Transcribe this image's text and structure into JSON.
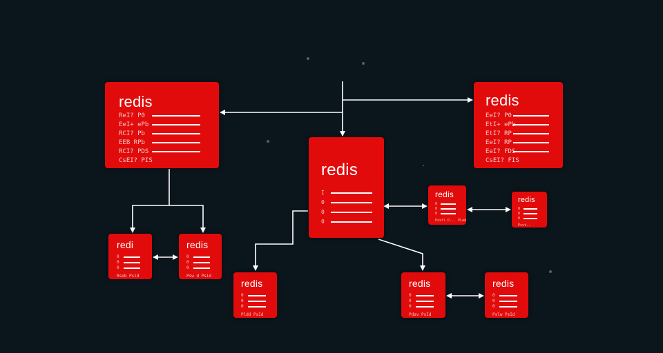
{
  "diagram": {
    "background": "#0b151c",
    "node_color": "#e20b0b",
    "link_color": "#ffffff",
    "nodes": [
      {
        "id": "top-left",
        "title": "redis",
        "rows": [
          "ReI? P0",
          "EeI+ ePb",
          "RCI? Pb",
          "EEB RPb",
          "RCI? PDS"
        ],
        "footer": "CsEI? PIS"
      },
      {
        "id": "center",
        "title": "redis",
        "rows": [
          "I",
          "0",
          "0",
          "0"
        ],
        "footer": ""
      },
      {
        "id": "top-right",
        "title": "redis",
        "rows": [
          "EeI? P0",
          "EtI+ ePb",
          "EtI? RP",
          "EeI? RP",
          "EeI? FDS"
        ],
        "footer": "CsEI? FIS"
      },
      {
        "id": "small-left-a",
        "title": "redi",
        "rows": [
          "0",
          "0",
          "0"
        ],
        "footer": "Rsxb Psid"
      },
      {
        "id": "small-left-b",
        "title": "redis",
        "rows": [
          "0",
          "0",
          "0"
        ],
        "footer": "Psw d Psid"
      },
      {
        "id": "small-mid-right",
        "title": "redis",
        "rows": [
          "0",
          "0",
          "0"
        ],
        "footer": "Psxtl P... PLad"
      },
      {
        "id": "small-far-right",
        "title": "redis",
        "rows": [
          "0",
          "0",
          "0"
        ],
        "footer": "Psvt.."
      },
      {
        "id": "bottom-left",
        "title": "redis",
        "rows": [
          "0",
          "0",
          "0"
        ],
        "footer": "Pldd PsId"
      },
      {
        "id": "bottom-mid",
        "title": "redis",
        "rows": [
          "0",
          "0",
          "0"
        ],
        "footer": "Pdsv PsId"
      },
      {
        "id": "bottom-right",
        "title": "redis",
        "rows": [
          "0",
          "0",
          "0"
        ],
        "footer": "Pslw PsId"
      }
    ]
  }
}
